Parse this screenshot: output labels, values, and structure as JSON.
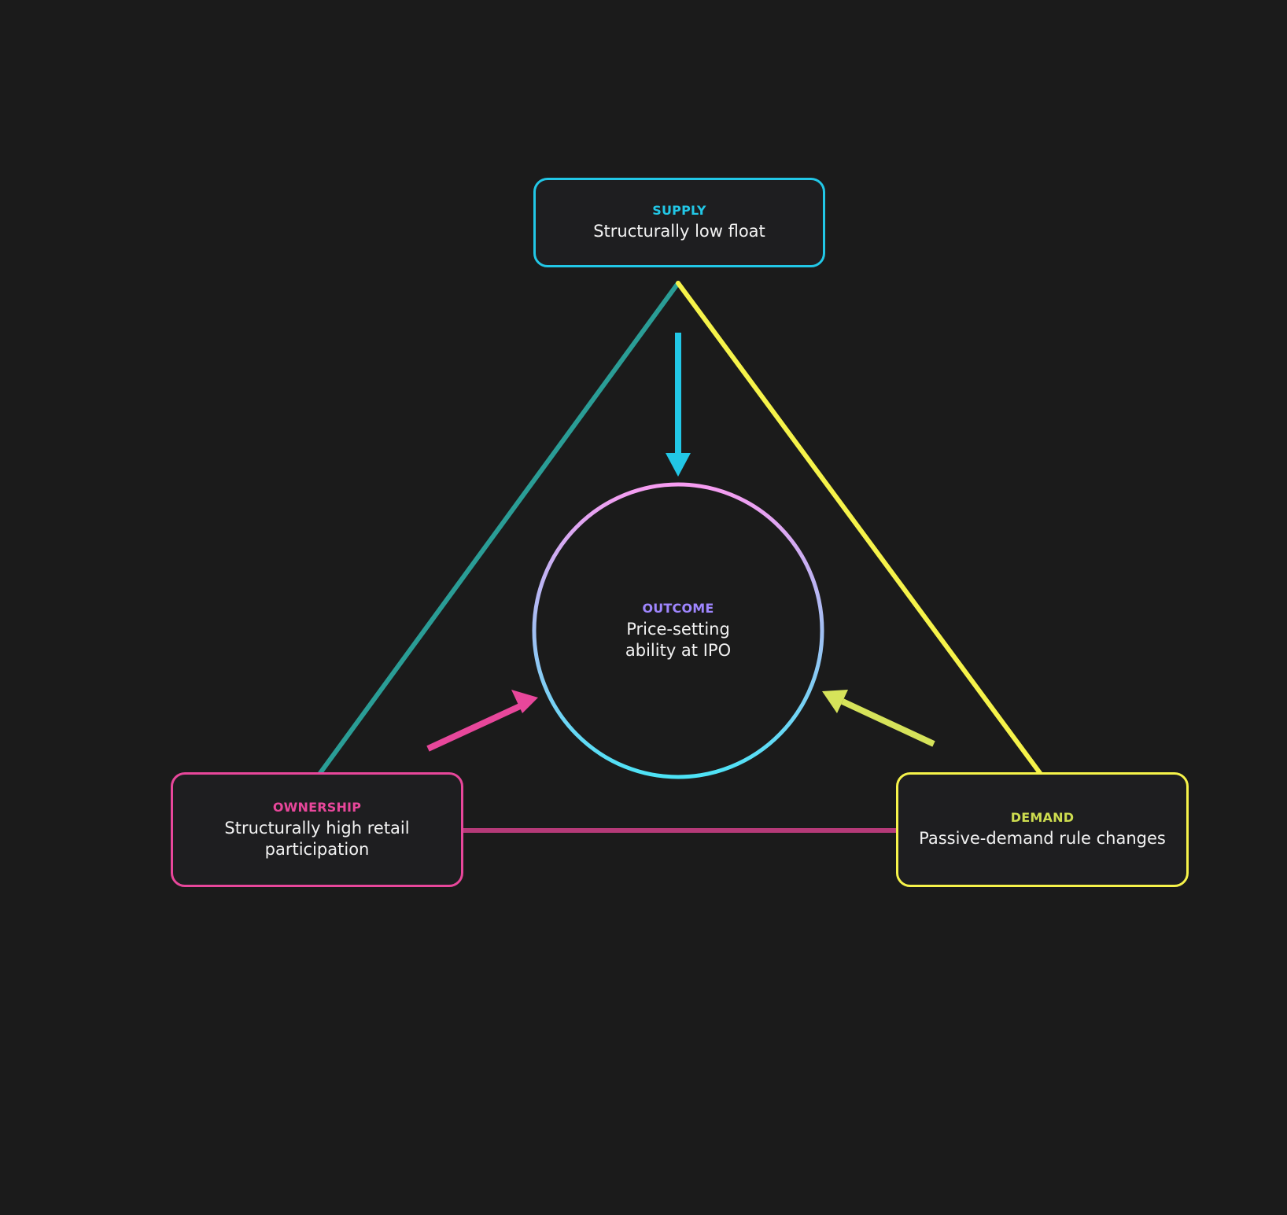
{
  "colors": {
    "background": "#1b1b1b",
    "supply": "#22c7e6",
    "ownership": "#e8479b",
    "demand": "#f6f34a",
    "demand_label": "#cddc4f",
    "outcome_label": "#9f86ff",
    "outcome_ring_top": "#f79cf1",
    "outcome_ring_bottom": "#4de3f6",
    "edge_supply_ownership": "#2a9d96",
    "edge_supply_demand": "#f6f34a",
    "edge_ownership_demand": "#b53a78",
    "arrow_supply": "#22c7e6",
    "arrow_ownership": "#e8479b",
    "arrow_demand": "#d6e35a"
  },
  "nodes": {
    "supply": {
      "label": "SUPPLY",
      "text": "Structurally low float"
    },
    "ownership": {
      "label": "OWNERSHIP",
      "text": "Structurally high retail participation"
    },
    "demand": {
      "label": "DEMAND",
      "text": "Passive-demand rule changes"
    },
    "outcome": {
      "label": "OUTCOME",
      "text": "Price-setting ability at IPO"
    }
  }
}
